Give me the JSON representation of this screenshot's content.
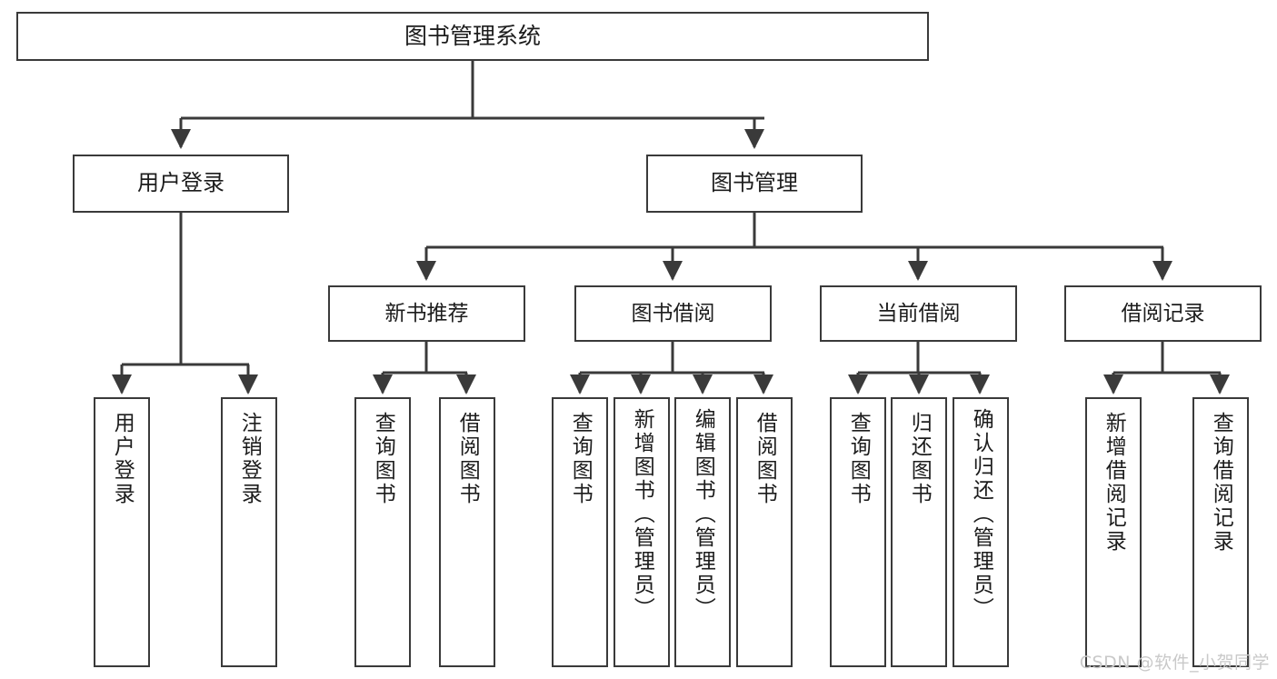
{
  "diagram": {
    "type": "tree-hierarchy",
    "title": "图书管理系统",
    "watermark": "CSDN @软件_小贺同学",
    "colors": {
      "box_border": "#3a3a3a",
      "box_fill": "#ffffff",
      "line": "#3a3a3a",
      "text": "#1c1c1c",
      "watermark": "#c9c9c9"
    },
    "root": {
      "label": "图书管理系统"
    },
    "level2": [
      {
        "label": "用户登录"
      },
      {
        "label": "图书管理"
      }
    ],
    "level3": [
      {
        "label": "新书推荐"
      },
      {
        "label": "图书借阅"
      },
      {
        "label": "当前借阅"
      },
      {
        "label": "借阅记录"
      }
    ],
    "leaves": {
      "user_login": [
        {
          "label": "用户登录"
        },
        {
          "label": "注销登录"
        }
      ],
      "new_book_recommend": [
        {
          "label": "查询图书"
        },
        {
          "label": "借阅图书"
        }
      ],
      "book_borrow": [
        {
          "label": "查询图书"
        },
        {
          "label": "新增图书（管理员）"
        },
        {
          "label": "编辑图书（管理员）"
        },
        {
          "label": "借阅图书"
        }
      ],
      "current_borrow": [
        {
          "label": "查询图书"
        },
        {
          "label": "归还图书"
        },
        {
          "label": "确认归还（管理员）"
        }
      ],
      "borrow_record": [
        {
          "label": "新增借阅记录"
        },
        {
          "label": "查询借阅记录"
        }
      ]
    }
  }
}
